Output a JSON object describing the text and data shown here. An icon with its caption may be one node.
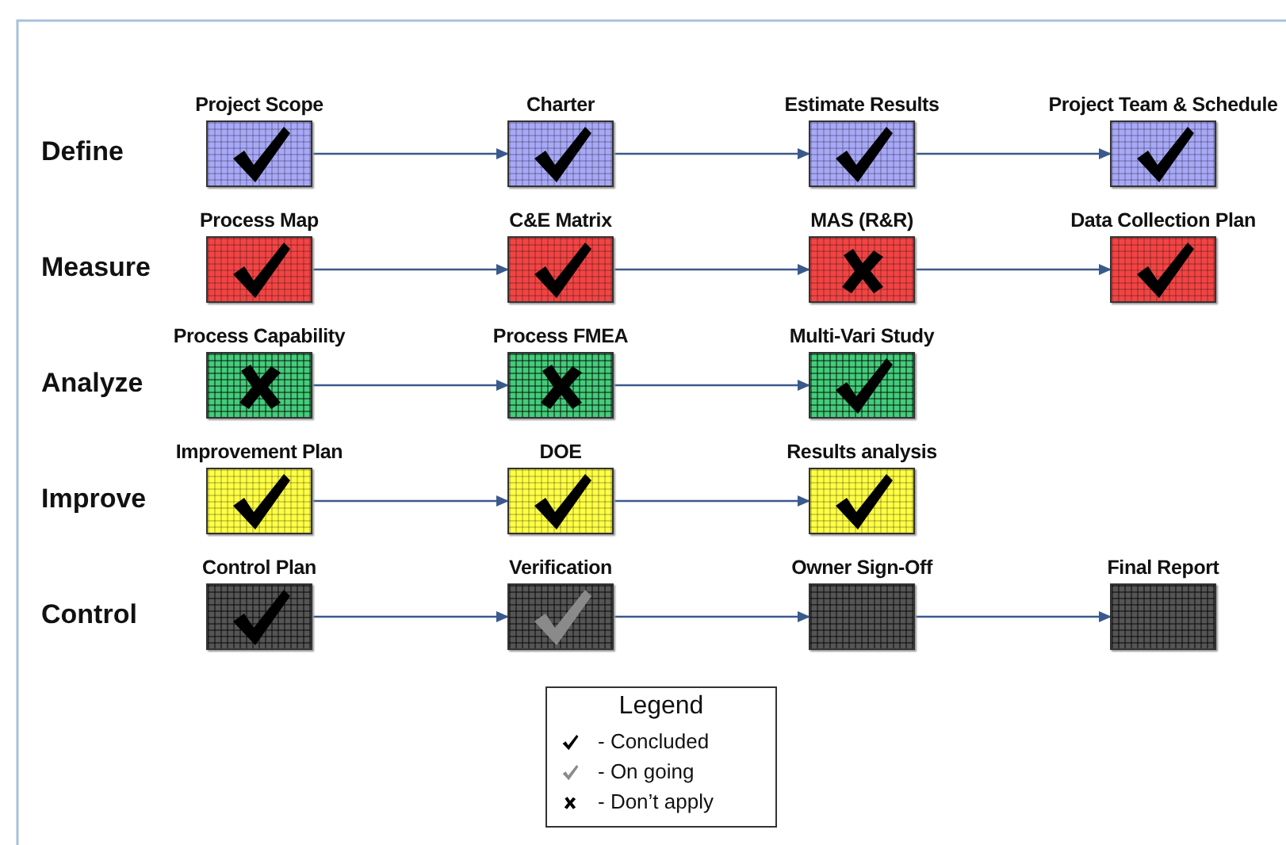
{
  "diagram": {
    "nodes": [
      {
        "text": [
          "Project Scope"
        ]
      },
      {
        "text": [
          "Charter"
        ]
      },
      {
        "text": [
          "Estimate Results"
        ]
      },
      {
        "text": [
          "Project Team & Schedule"
        ]
      },
      {
        "text": [
          "Process Map"
        ]
      },
      {
        "text": [
          "C&E Matrix"
        ]
      },
      {
        "text": [
          "MAS (R&R)"
        ]
      },
      {
        "text": [
          "Data  Collection Plan"
        ]
      },
      {
        "text": [
          "Process Capability"
        ]
      },
      {
        "text": [
          "Process FMEA"
        ]
      },
      {
        "text": [
          "Multi-Vari Study"
        ]
      },
      {
        "text": [
          "Improvement Plan"
        ]
      },
      {
        "text": [
          "DOE"
        ]
      },
      {
        "text": [
          "Results analysis"
        ]
      },
      {
        "text": [
          "Control Plan"
        ]
      },
      {
        "text": [
          "Verification"
        ]
      },
      {
        "text": [
          "Owner Sign-Off"
        ]
      },
      {
        "text": [
          "Final Report"
        ]
      }
    ],
    "edges": [
      {
        "from": 0,
        "to": 1,
        "arrow": "to"
      },
      {
        "from": 1,
        "to": 2,
        "arrow": "to"
      },
      {
        "from": 2,
        "to": 3,
        "arrow": "to"
      },
      {
        "from": 4,
        "to": 5,
        "arrow": "to"
      },
      {
        "from": 5,
        "to": 6,
        "arrow": "to"
      },
      {
        "from": 6,
        "to": 7,
        "arrow": "to"
      },
      {
        "from": 8,
        "to": 9,
        "arrow": "to"
      },
      {
        "from": 9,
        "to": 10,
        "arrow": "to"
      },
      {
        "from": 11,
        "to": 12,
        "arrow": "to"
      },
      {
        "from": 12,
        "to": 13,
        "arrow": "to"
      },
      {
        "from": 14,
        "to": 15,
        "arrow": "to"
      },
      {
        "from": 15,
        "to": 16,
        "arrow": "to"
      },
      {
        "from": 16,
        "to": 17,
        "arrow": "to"
      }
    ],
    "labels": [
      "Define",
      "Measure",
      "Analyze",
      "Improve",
      "Control",
      "Legend"
    ],
    "legend": [
      {
        "text": "- Concluded"
      },
      {
        "text": "- On going"
      },
      {
        "text": "- Don’t apply"
      }
    ]
  }
}
